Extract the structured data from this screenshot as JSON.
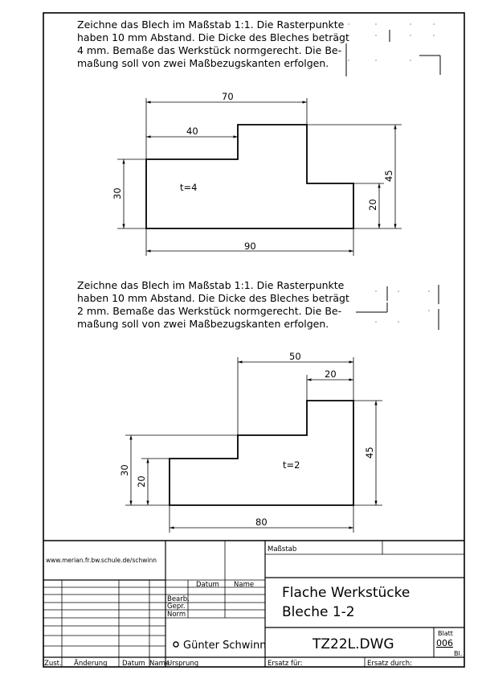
{
  "task1": {
    "lines": [
      "Zeichne das Blech im Maßstab 1:1. Die Rasterpunkte",
      "haben 10 mm Abstand. Die Dicke des Bleches beträgt",
      "4 mm. Bemaße das Werkstück normgerecht. Die Be-",
      "maßung soll von zwei Maßbezugskanten erfolgen."
    ],
    "thickness": "t=4",
    "dims": {
      "width_top": "70",
      "step_top": "40",
      "bottom": "90",
      "left_height": "30",
      "right_step": "20",
      "total_height": "45"
    }
  },
  "task2": {
    "lines": [
      "Zeichne das Blech im Maßstab 1:1. Die Rasterpunkte",
      "haben 10 mm Abstand. Die Dicke des Bleches beträgt",
      "2 mm. Bemaße das Werkstück normgerecht. Die Be-",
      "maßung soll von zwei Maßbezugskanten erfolgen."
    ],
    "thickness": "t=2",
    "dims": {
      "top": "50",
      "step_top": "20",
      "bottom": "80",
      "left_outer": "30",
      "left_inner": "20",
      "total_height": "45"
    }
  },
  "titleblock": {
    "website": "www.merian.fr.bw.schule.de/schwinn",
    "massstab": "Maßstab",
    "datum": "Datum",
    "name": "Name",
    "bearb": "Bearb.",
    "gepr": "Gepr.",
    "norm": "Norm",
    "title1": "Flache Werkstücke",
    "title2": "Bleche 1-2",
    "author": "Günter Schwinn",
    "drawing": "TZ22L.DWG",
    "blatt_label": "Blatt",
    "blatt_num": "006",
    "bl": "Bl.",
    "zust": "Zust.",
    "aenderung": "Änderung",
    "datum2": "Datum",
    "name2": "Name",
    "ursprung": "Ursprung",
    "ersatz_fuer": "Ersatz für:",
    "ersatz_durch": "Ersatz durch:"
  }
}
